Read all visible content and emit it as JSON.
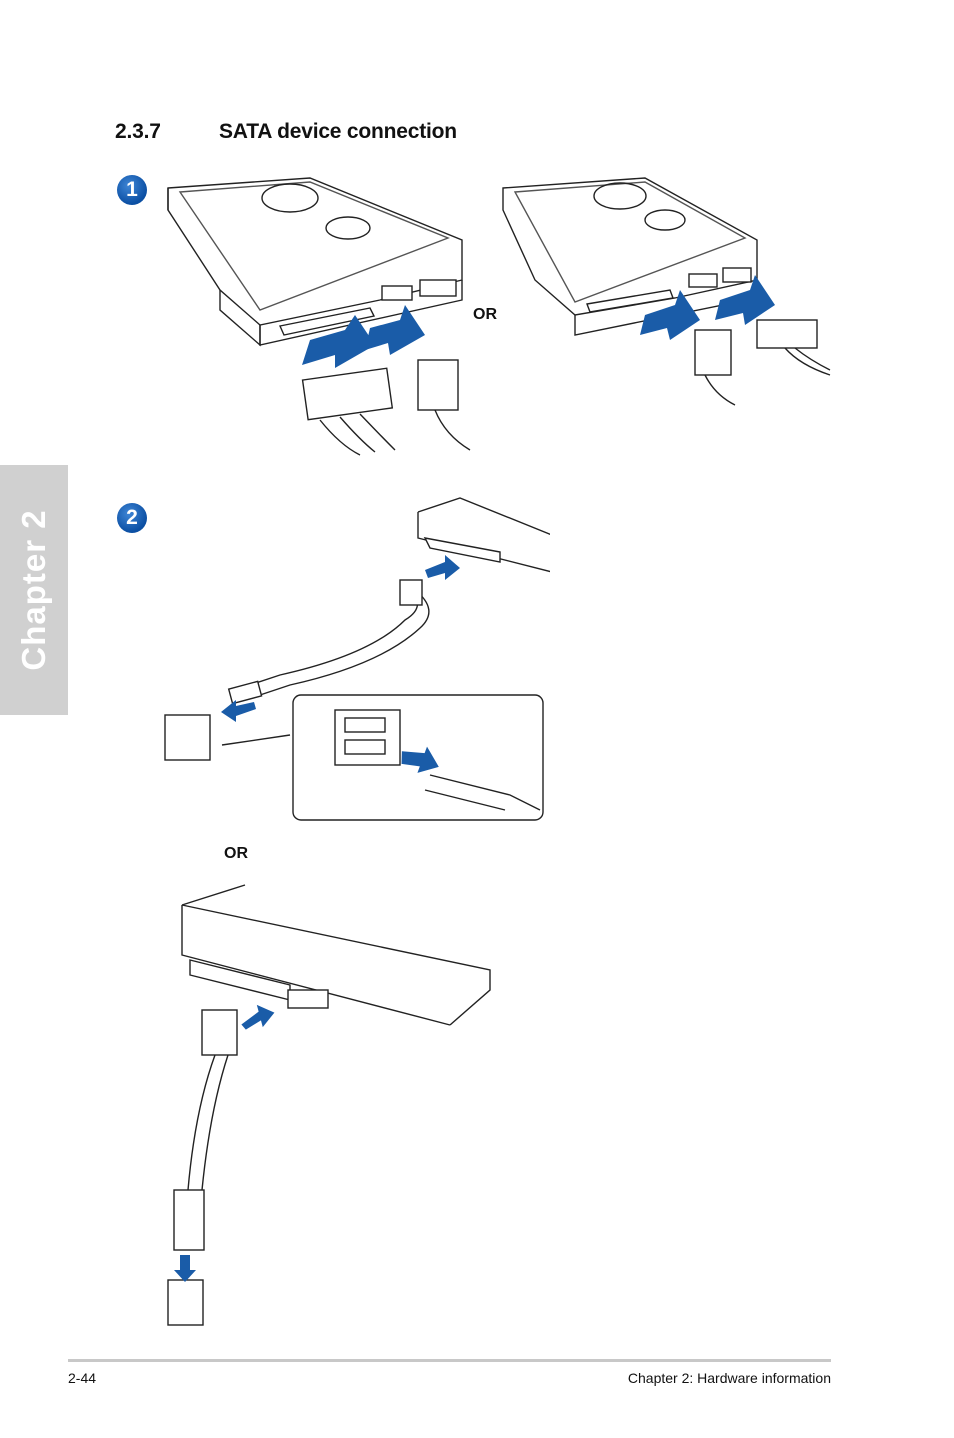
{
  "section": {
    "number": "2.3.7",
    "title": "SATA device connection"
  },
  "chapter_tab": "Chapter 2",
  "steps": [
    "1",
    "2"
  ],
  "or_label": "OR",
  "footer": {
    "page_number": "2-44",
    "chapter_title": "Chapter 2: Hardware information"
  },
  "colors": {
    "arrow": "#1a5ca8",
    "tab": "#d0d0d0",
    "step_badge": "#0b4fa3"
  }
}
